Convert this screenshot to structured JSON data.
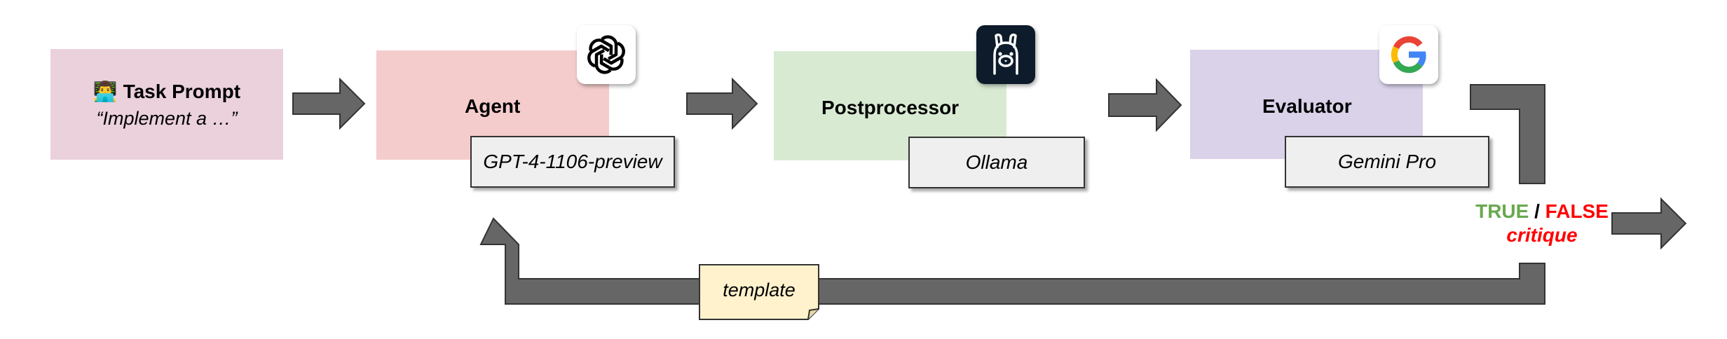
{
  "task": {
    "emoji": "👨‍💻",
    "title": "Task Prompt",
    "subtitle": "“Implement a …”",
    "color": "#ead1dc"
  },
  "stages": [
    {
      "name": "Agent",
      "model": "GPT-4-1106-preview",
      "logo": "openai-logo-icon",
      "color": "#f4cccc"
    },
    {
      "name": "Postprocessor",
      "model": "Ollama",
      "logo": "ollama-logo-icon",
      "color": "#d9ead3"
    },
    {
      "name": "Evaluator",
      "model": "Gemini Pro",
      "logo": "google-logo-icon",
      "color": "#d9d2e9"
    }
  ],
  "output": {
    "true_label": "TRUE",
    "separator": " / ",
    "false_label": "FALSE",
    "critique_label": "critique",
    "true_color": "#6aa84f",
    "false_color": "#ff0000"
  },
  "feedback": {
    "note_label": "template",
    "note_color": "#fff2cc"
  },
  "arrow_color": "#666666"
}
